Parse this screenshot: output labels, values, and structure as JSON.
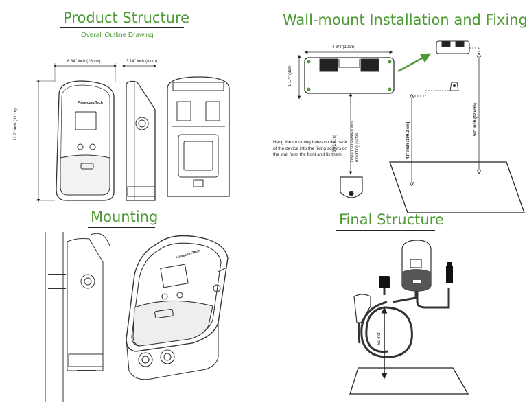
{
  "sections": {
    "product": {
      "title": "Product Structure",
      "subtitle": "Overall Outline Drawing"
    },
    "wall": {
      "title": "Wall-mount Installation and Fixing"
    },
    "mounting": {
      "title": "Mounting"
    },
    "final": {
      "title": "Final Structure"
    }
  },
  "dimensions": {
    "width": "6.34\" inch (16 cm)",
    "depth": "3.14\" inch (8 cm)",
    "height": "12.2\" inch (31cm)",
    "plate_width": "4 3/4\"(12cm)",
    "plate_height": "1 1/4\" (3cm)",
    "plate_distance": "6\" (15cm)",
    "plate_distance_note": "Distance between two mounting plates",
    "height_43": "43\" inch (109.2 cm)",
    "height_50": "50\" inch (127cm)",
    "cable_height": "50 inch"
  },
  "brand": "Primecom.Tech",
  "instructions": "Hang the mounting holes on the back of the device into the fixing screws on the wall from the front and fix them;",
  "colors": {
    "accent": "#4e9a35",
    "line": "#222222",
    "device": "#4a4a4a"
  }
}
